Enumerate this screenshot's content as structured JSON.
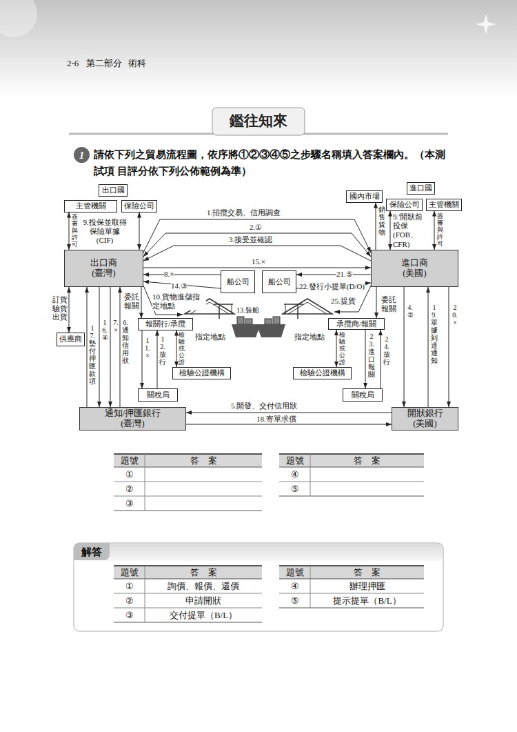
{
  "diagram": {
    "title": "鑑往知來",
    "nodes": [
      {
        "text": [
          "1"
        ]
      },
      {
        "text": [
          "出口國"
        ]
      },
      {
        "text": [
          "進口國"
        ]
      },
      {
        "text": [
          "主管機關"
        ]
      },
      {
        "text": [
          "保險公司"
        ]
      },
      {
        "text": [
          "國內市場"
        ]
      },
      {
        "text": [
          "保險公司"
        ]
      },
      {
        "text": [
          "主管機關"
        ]
      },
      {
        "text": [
          "出口商 (臺灣)"
        ]
      },
      {
        "text": [
          "船公司"
        ]
      },
      {
        "text": [
          "船公司"
        ]
      },
      {
        "text": [
          "進口商 (美國)"
        ]
      },
      {
        "text": [
          "供應商"
        ]
      },
      {
        "text": [
          "報關行/承攬"
        ]
      },
      {
        "text": [
          "承攬商/報關"
        ]
      },
      {
        "text": [
          "檢驗公證機構"
        ]
      },
      {
        "text": [
          "檢驗公證機構"
        ]
      },
      {
        "text": [
          "關稅局"
        ]
      },
      {
        "text": [
          "關稅局"
        ]
      },
      {
        "text": [
          "通知/押匯銀行 (臺灣)"
        ]
      },
      {
        "text": [
          "開狀銀行 (美國)"
        ]
      },
      {
        "text": [
          "解答"
        ]
      }
    ],
    "edges": [
      {
        "from": 8,
        "to": 11,
        "arrow": "to",
        "label": "1.招攬交易、信用調查"
      },
      {
        "from": 11,
        "to": 8,
        "arrow": "both",
        "label": "2.①"
      },
      {
        "from": 11,
        "to": 8,
        "arrow": "to",
        "label": "3.接受並確認"
      },
      {
        "from": 8,
        "to": 11,
        "arrow": "to",
        "label": "15.×"
      },
      {
        "from": 9,
        "to": 8,
        "arrow": "to",
        "label": "8.×"
      },
      {
        "from": 9,
        "to": 8,
        "arrow": "to",
        "label": "14.③"
      },
      {
        "from": 11,
        "to": 10,
        "arrow": "to",
        "label": "21.⑤"
      },
      {
        "from": 10,
        "to": 11,
        "arrow": "to",
        "label": "22.發行小提單(D/O)"
      },
      {
        "from": 3,
        "to": 8,
        "arrow": "both",
        "label": "簽審與許可"
      },
      {
        "from": 8,
        "to": 4,
        "arrow": "both",
        "label": "9.投保並取得 保險單據 (CIF)"
      },
      {
        "from": 11,
        "to": 5,
        "arrow": "to",
        "label": "銷售貨物"
      },
      {
        "from": 11,
        "to": 6,
        "arrow": "both",
        "label": "9.'開狀前 投保 (FOB、 CFR)"
      },
      {
        "from": 7,
        "to": 11,
        "arrow": "both",
        "label": "簽審與許可"
      },
      {
        "from": 8,
        "to": 12,
        "arrow": "both",
        "label": "訂貨 驗貨 出貨"
      },
      {
        "from": 19,
        "to": 8,
        "arrow": "to",
        "label": "17.墊付押匯款項"
      },
      {
        "from": 8,
        "to": 19,
        "arrow": "to",
        "label": "16.④"
      },
      {
        "from": 8,
        "to": 19,
        "arrow": "to",
        "label": "7.×"
      },
      {
        "from": 19,
        "to": 8,
        "arrow": "to",
        "label": "6.通知信用狀"
      },
      {
        "from": 8,
        "to": 13,
        "arrow": "to",
        "label": "委託 報關"
      },
      {
        "from": 13,
        "to": 17,
        "arrow": "to",
        "label": "11.×"
      },
      {
        "from": 17,
        "to": 13,
        "arrow": "to",
        "label": "12.放行"
      },
      {
        "from": 13,
        "to": 15,
        "arrow": "both",
        "label": "檢驗或公證"
      },
      {
        "from": 20,
        "to": 19,
        "arrow": "to",
        "label": "5.開發、交付信用狀"
      },
      {
        "from": 19,
        "to": 20,
        "arrow": "to",
        "label": "18.寄單求償"
      },
      {
        "from": 11,
        "to": 20,
        "arrow": "to",
        "label": "4.②"
      },
      {
        "from": 20,
        "to": 11,
        "arrow": "to",
        "label": "19.單據到達通知"
      },
      {
        "from": 11,
        "to": 20,
        "arrow": "to",
        "label": "20.×"
      },
      {
        "from": 11,
        "to": 14,
        "arrow": "to",
        "label": "委託 報關"
      },
      {
        "from": 14,
        "to": 16,
        "arrow": "both",
        "label": "檢驗或公證"
      },
      {
        "from": 14,
        "to": 18,
        "arrow": "to",
        "label": "23.進口報關"
      },
      {
        "from": 18,
        "to": 14,
        "arrow": "to",
        "label": "24.放行"
      }
    ],
    "labels": [
      "2-6",
      "第二部分",
      "術科",
      "請依下列之貿易流程圖，依序將①②③④⑤之步驟名稱填入答案欄內。（本測試項 目評分依下列公佈範例為準）",
      "10.貨物進儲指 定地點",
      "13.裝船",
      "指定地點",
      "指定地點",
      "25.提貨",
      "題號",
      "答　案",
      "①",
      "②",
      "③",
      "題號",
      "答　案",
      "④",
      "⑤",
      "題號",
      "答　案",
      "①",
      "詢價、報價、還價",
      "②",
      "申請開狀",
      "③",
      "交付提單（B/L）",
      "題號",
      "答　案",
      "④",
      "辦理押匯",
      "⑤",
      "提示提單（B/L）"
    ]
  }
}
